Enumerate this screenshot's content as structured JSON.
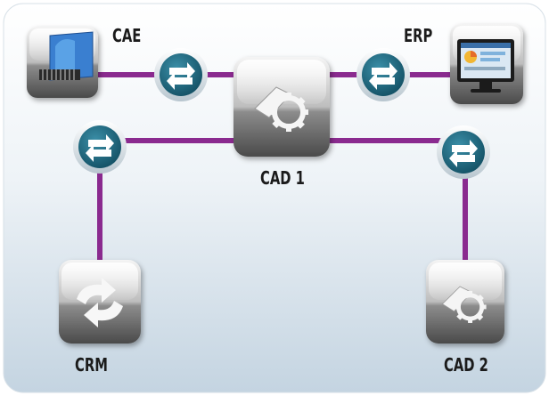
{
  "nodes": {
    "cae": {
      "label": "CAE",
      "icon": "chip-monitor-icon"
    },
    "erp": {
      "label": "ERP",
      "icon": "dashboard-monitor-icon"
    },
    "cad1": {
      "label": "CAD 1",
      "icon": "gear-document-icon"
    },
    "crm": {
      "label": "CRM",
      "icon": "sync-arrows-icon"
    },
    "cad2": {
      "label": "CAD 2",
      "icon": "gear-document-icon"
    }
  },
  "connectors": [
    "exchange-arrows-icon",
    "exchange-arrows-icon",
    "exchange-arrows-icon",
    "exchange-arrows-icon"
  ],
  "colors": {
    "link": "#8a2a8f",
    "connector_fill": "#1f6f8a",
    "connector_ring": "#e6eef2",
    "background_top": "#ffffff",
    "background_bottom": "#c9d7e3"
  }
}
